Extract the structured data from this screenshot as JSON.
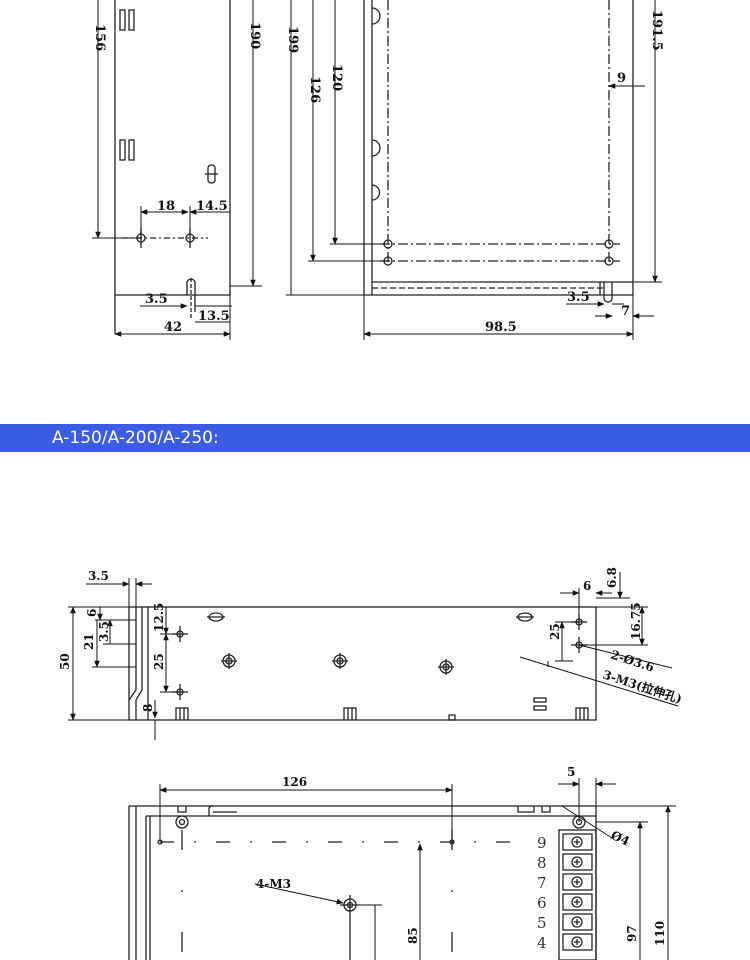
{
  "section": {
    "title": "A-150/A-200/A-250:"
  },
  "top_drawing": {
    "dims": {
      "d156": "156",
      "d190": "190",
      "d199": "199",
      "d126": "126",
      "d120": "120",
      "d191_5": "191.5",
      "d9": "9",
      "d18": "18",
      "d14_5": "14.5",
      "d3_5a": "3.5",
      "d13_5": "13.5",
      "d42": "42",
      "d3_5b": "3.5",
      "d7": "7",
      "d98_5": "98.5"
    }
  },
  "side_view": {
    "dims": {
      "d3_5": "3.5",
      "d6a": "6",
      "d12_5": "12.5",
      "d21": "21",
      "d3_5v": "3.5",
      "d50": "50",
      "d25a": "25",
      "d8": "8",
      "d6_8": "6.8",
      "d6b": "6",
      "d16_75": "16.75",
      "d25b": "25"
    },
    "notes": {
      "holes": "2-Ø3.6",
      "screws": "3-M3(拉伸孔)"
    }
  },
  "front_view": {
    "dims": {
      "d126": "126",
      "d5": "5",
      "d85": "85",
      "d97": "97",
      "d110": "110"
    },
    "notes": {
      "hole": "Ø4",
      "screws": "4-M3"
    },
    "terminals": [
      "9",
      "8",
      "7",
      "6",
      "5",
      "4"
    ]
  }
}
